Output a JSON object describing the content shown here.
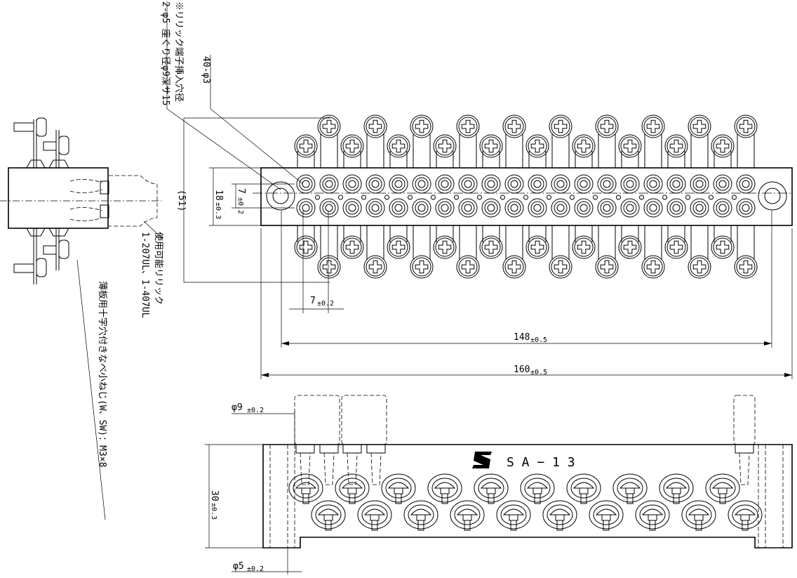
{
  "diagram": {
    "model_logo": "SA-13 logo",
    "model": "S A − 1 3",
    "notes": {
      "terminal_hole": "※リリック端子挿入穴径",
      "terminal_hole_dim": "40-φ3",
      "mount_hole": "2-φ5 座ぐり径φ9深サ15",
      "usable_lilic": "使用可能リリック",
      "usable_models": "1-207UL、1-407UL",
      "screw": "薄板用十字穴付きなべ小ねじ(W、SW)：M3×8"
    },
    "dims": {
      "overall_height": "(51)",
      "body_height": "18",
      "body_height_tol": "±0.3",
      "row_pitch": "7",
      "row_pitch_tol": "±0.2",
      "col_pitch": "7",
      "col_pitch_tol": "±0.2",
      "hole_span": "148",
      "hole_span_tol": "±0.5",
      "length": "160",
      "length_tol": "±0.5",
      "counterbore": "φ9",
      "counterbore_tol": "±0.2",
      "depth": "30",
      "depth_tol": "±0.3",
      "mount": "φ5",
      "mount_tol": "±0.2"
    }
  }
}
